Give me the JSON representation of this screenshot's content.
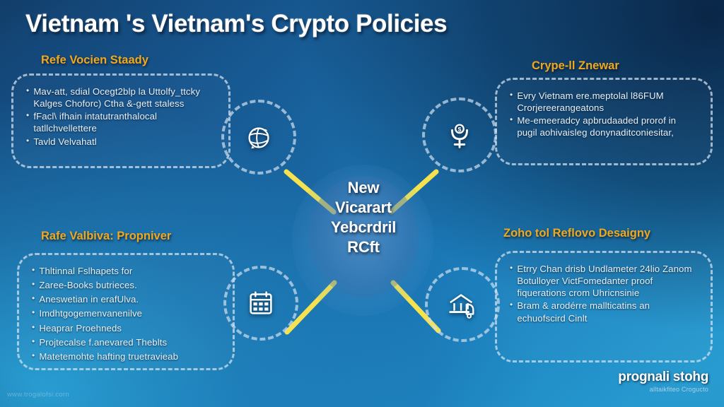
{
  "meta": {
    "title": "Vietnam 's Vietnam's Crypto Policies",
    "accent_heading": "#f2a81c",
    "connector_color": "#f5e24e",
    "text_color": "#e9f2fa",
    "bg_dark": "#0d3a63",
    "bg_light": "#2aa0d4"
  },
  "hub": {
    "lines": [
      "New",
      "Vicarart",
      "Yebcrdril",
      "RCft"
    ]
  },
  "sections": [
    {
      "id": "top-left",
      "heading": "Refe Vocien Staady",
      "icon": "globe-icon",
      "bullets": [
        "Mav-att, sdial Ocegt2blp la Uttolfy_ttcky Kalges Choforc) Ctha &-gett staless",
        "fFacl\\ ifhain intatutranthalocal tatllchvellettere",
        "Tavld Velvahatl"
      ]
    },
    {
      "id": "top-right",
      "heading": "Crype-ll Znewar",
      "icon": "dollar-magnifier-icon",
      "bullets": [
        "Evry Vietnam ere.meptolal l86FUM Crorjereerangeatons",
        "Me-emeeradcy apbrudaaded prorof in pugil aohivaisleg donynaditconiesitar,"
      ]
    },
    {
      "id": "bottom-left",
      "heading": "Rafe Valbiva: Propniver",
      "icon": "calendar-grid-icon",
      "bullets": [
        "Thltinnal Fslhapets for",
        "Zaree-Books butrieces.",
        "Aneswetian in erafUlva.",
        "Imdhtgogemenvanenilve",
        "Heaprar Proehneds",
        "Projtecalse f.anevared Theblts",
        "Matetemohte hafting truetravieab"
      ]
    },
    {
      "id": "bottom-right",
      "heading": "Zoho tol Reflovo Desaigny",
      "icon": "bank-building-icon",
      "bullets": [
        "Etrry Chan drisb Undlameter 24lio Zanom Botulloyer VictFomedanter proof fiquerations crom Uhricnsinie",
        "Bram & arodérre mallticatins an echuofscird Cinlt"
      ]
    }
  ],
  "logo": {
    "main": "prognali stohg",
    "sub": "alltaikfiteo Crogucto"
  },
  "watermark": {
    "url": "www.trogalofsi.corn"
  }
}
